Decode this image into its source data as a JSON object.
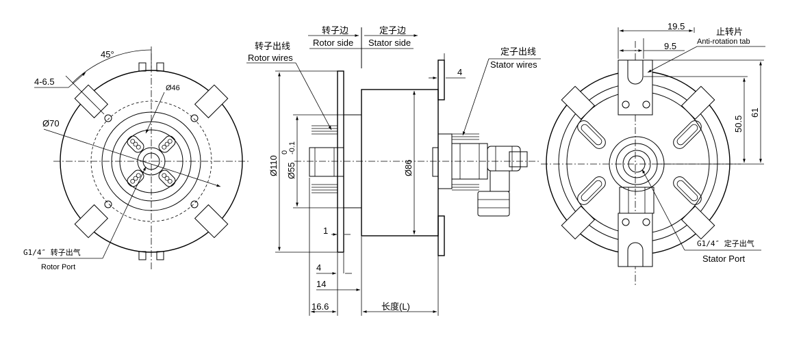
{
  "left_view": {
    "angle": "45°",
    "holes": "4-6.5",
    "inner_dia": "Ø46",
    "outer_dia": "Ø70",
    "port_cn": "G1/4″ 转子出气",
    "port_en": "Rotor Port"
  },
  "middle_view": {
    "rotor_side_cn": "转子边",
    "rotor_side_en": "Rotor side",
    "stator_side_cn": "定子边",
    "stator_side_en": "Stator  side",
    "rotor_wires_cn": "转子出线",
    "rotor_wires_en": "Rotor wires",
    "stator_wires_cn": "定子出线",
    "stator_wires_en": "Stator wires",
    "dim_110": "Ø110",
    "dim_55": "Ø55",
    "dim_55_tol_upper": "0",
    "dim_55_tol_lower": "-0.1",
    "dim_86": "Ø86",
    "dim_4_top": "4",
    "dim_1": "1",
    "dim_4_bottom": "4",
    "dim_14": "14",
    "dim_16_6": "16.6",
    "length": "长度(L)"
  },
  "right_view": {
    "dim_19_5": "19.5",
    "dim_9_5": "9.5",
    "tab_cn": "止转片",
    "tab_en": "Anti-rotation tab",
    "dim_50_5": "50.5",
    "dim_61": "61",
    "port_cn": "G1/4″ 定子出气",
    "port_en": "Stator  Port"
  }
}
